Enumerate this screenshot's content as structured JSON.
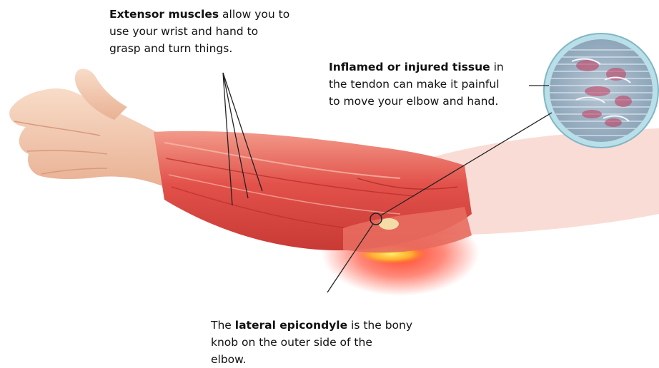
{
  "labels": {
    "extensor": {
      "bold": "Extensor muscles",
      "line1": " allow you to",
      "line2": "use your wrist and hand to",
      "line3": "grasp and turn things."
    },
    "inflamed": {
      "bold": "Inflamed or injured tissue",
      "line1": " in",
      "line2": "the tendon can make it painful",
      "line3": "to move your elbow and hand."
    },
    "lateral": {
      "prefix": "The ",
      "bold": "lateral epicondyle",
      "line1": " is the bony",
      "line2": "knob on the outer side of the",
      "line3": "elbow."
    }
  },
  "colors": {
    "skin": "#f3c9b0",
    "muscle": "#e2514a",
    "muscle_dark": "#b82a2a",
    "inflammation": "#ff2a10",
    "inflammation_core": "#ffd23a",
    "magnifier_ring": "#9fd0dd",
    "leader_line": "#222222"
  }
}
